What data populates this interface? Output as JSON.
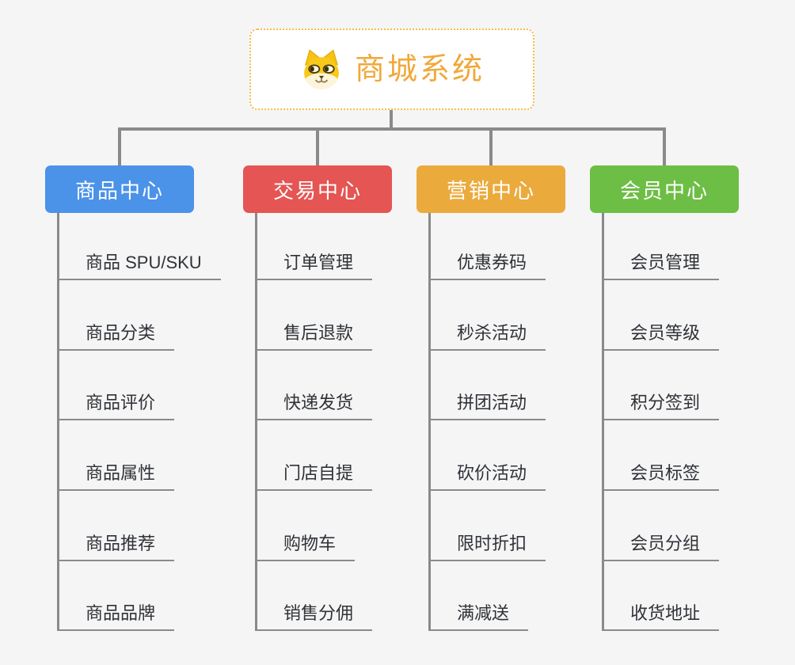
{
  "canvas": {
    "background": "#f5f5f5"
  },
  "root_node": {
    "title": "商城系统",
    "icon": "dog-face-icon",
    "text_color": "#f1a83a",
    "border_color": "#f7ba4a",
    "background": "#ffffff"
  },
  "connectors": {
    "color": "#8a8a8a"
  },
  "item_style": {
    "text_color": "#2f3237",
    "underline_color": "#8a8a8a"
  },
  "branches": [
    {
      "label": "商品中心",
      "color": "#4b92e9",
      "items": [
        "商品 SPU/SKU",
        "商品分类",
        "商品评价",
        "商品属性",
        "商品推荐",
        "商品品牌"
      ]
    },
    {
      "label": "交易中心",
      "color": "#e45553",
      "items": [
        "订单管理",
        "售后退款",
        "快递发货",
        "门店自提",
        "购物车",
        "销售分佣"
      ]
    },
    {
      "label": "营销中心",
      "color": "#ebaa3c",
      "items": [
        "优惠券码",
        "秒杀活动",
        "拼团活动",
        "砍价活动",
        "限时折扣",
        "满减送"
      ]
    },
    {
      "label": "会员中心",
      "color": "#6dbe44",
      "items": [
        "会员管理",
        "会员等级",
        "积分签到",
        "会员标签",
        "会员分组",
        "收货地址"
      ]
    }
  ]
}
